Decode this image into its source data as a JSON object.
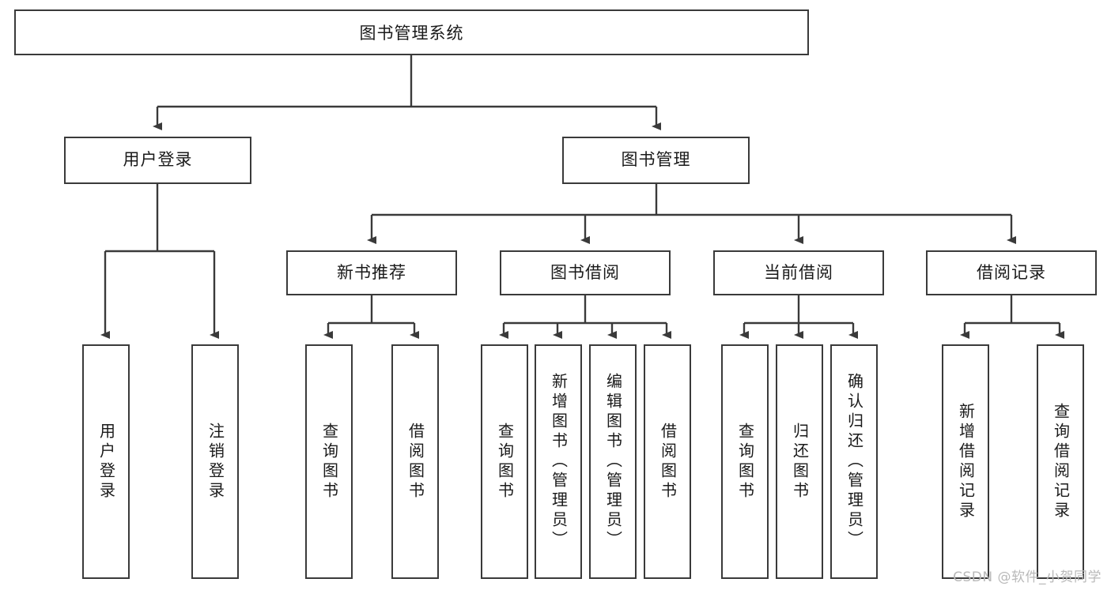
{
  "diagram": {
    "title": "图书管理系统",
    "type": "function-structure-tree",
    "watermark": "CSDN @软件_小贺同学",
    "colors": {
      "stroke": "#3a3a3a",
      "fill": "#ffffff",
      "text": "#1a1a1a",
      "watermark": "#b9b9b9"
    },
    "levels": {
      "root": {
        "label": "图书管理系统"
      },
      "level2": [
        {
          "label": "用户登录"
        },
        {
          "label": "图书管理"
        }
      ],
      "level3": [
        {
          "label": "新书推荐"
        },
        {
          "label": "图书借阅"
        },
        {
          "label": "当前借阅"
        },
        {
          "label": "借阅记录"
        }
      ],
      "leaves": {
        "user_login": [
          {
            "label": "用户登录"
          },
          {
            "label": "注销登录"
          }
        ],
        "new_book_recommend": [
          {
            "label": "查询图书"
          },
          {
            "label": "借阅图书"
          }
        ],
        "book_borrow": [
          {
            "label": "查询图书"
          },
          {
            "label": "新增图书（管理员）"
          },
          {
            "label": "编辑图书（管理员）"
          },
          {
            "label": "借阅图书"
          }
        ],
        "current_borrow": [
          {
            "label": "查询图书"
          },
          {
            "label": "归还图书"
          },
          {
            "label": "确认归还（管理员）"
          }
        ],
        "borrow_record": [
          {
            "label": "新增借阅记录"
          },
          {
            "label": "查询借阅记录"
          }
        ]
      }
    }
  }
}
